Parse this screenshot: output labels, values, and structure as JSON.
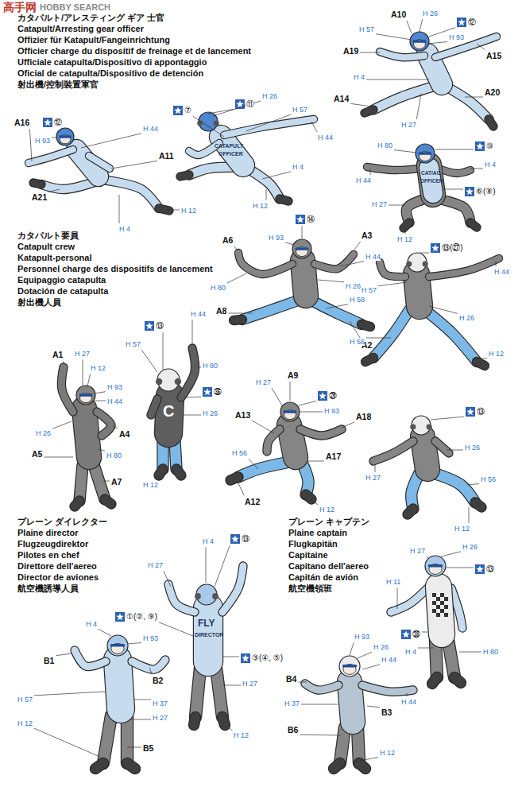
{
  "diagram": {
    "labels": [
      "高手网",
      "HOBBY SEARCH",
      "カタパルト/アレスティング ギア 士官",
      "Catapult/Arresting gear officer",
      "Offizier für Katapult/Fangeinrichtung",
      "Officier charge du dispositif de freinage et de lancement",
      "Ufficiale catapulta/Dispositivo di appontaggio",
      "Oficial de catapulta/Dispositivo de detención",
      "射出機/控制裝置軍官",
      "A10",
      "H 26",
      "⑫",
      "H 57",
      "H 93",
      "A19",
      "A15",
      "H 4",
      "A14",
      "A20",
      "H 27",
      "A16",
      "⑫",
      "H 93",
      "H 44",
      "A11",
      "A21",
      "H 12",
      "H 4",
      "⑪",
      "H 26",
      "⑦",
      "H 57",
      "H 44",
      "CATAPULT",
      "OFFICER",
      "H 4",
      "H 12",
      "H 80",
      "⑩",
      "H 4",
      "H 44",
      "CAT/AG",
      "OFFICER",
      "⑥(⑧)",
      "H 27",
      "H 12",
      "カタパルト要員",
      "Catapult crew",
      "Katapult-personal",
      "Personnel charge des dispositifs de lancement",
      "Equipaggio catapulta",
      "Dotación de catapulta",
      "射出機人員",
      "⑭",
      "A6",
      "H 93",
      "A3",
      "H 44",
      "H 80",
      "H 26",
      "A8",
      "H 58",
      "A2",
      "⑬(㉗)",
      "H 57",
      "H 44",
      "H 26",
      "H 56",
      "H 12",
      "A1",
      "H 27",
      "H 12",
      "H 93",
      "H 44",
      "H 26",
      "A4",
      "A5",
      "H 80",
      "A7",
      "H 44",
      "⑬",
      "H 57",
      "H 80",
      "C",
      "㊱",
      "H 26",
      "H 12",
      "H 27",
      "A9",
      "㉖",
      "H 93",
      "A13",
      "A18",
      "H 56",
      "A17",
      "A12",
      "H 12",
      "⑬",
      "H 26",
      "H 27",
      "H 56",
      "H 12",
      "プレーン ダイレクター",
      "Plaine director",
      "Flugzeugdirektor",
      "Pilotes en chef",
      "Direttore dell'aereo",
      "Director de aviones",
      "航空機誘導人員",
      "プレーン キャプテン",
      "Plaine captain",
      "Flugkapitän",
      "Capitaine",
      "Capitano dell'aereo",
      "Capitán de avión",
      "航空機領班",
      "H 4",
      "⑬",
      "H 27",
      "FLY",
      "DIRECTOR",
      "①(②, ⑨)",
      "③(④, ⑤)",
      "H 27",
      "H 12",
      "H 4",
      "H 93",
      "B1",
      "B2",
      "H 57",
      "H 37",
      "H 27",
      "B5",
      "H 12",
      "H 27",
      "H 26",
      "⑬",
      "H 11",
      "㊳",
      "H 4",
      "H 80",
      "H 93",
      "H 26",
      "H 44",
      "B4",
      "H 44",
      "B3",
      "H 37",
      "B6",
      "H 12"
    ]
  }
}
